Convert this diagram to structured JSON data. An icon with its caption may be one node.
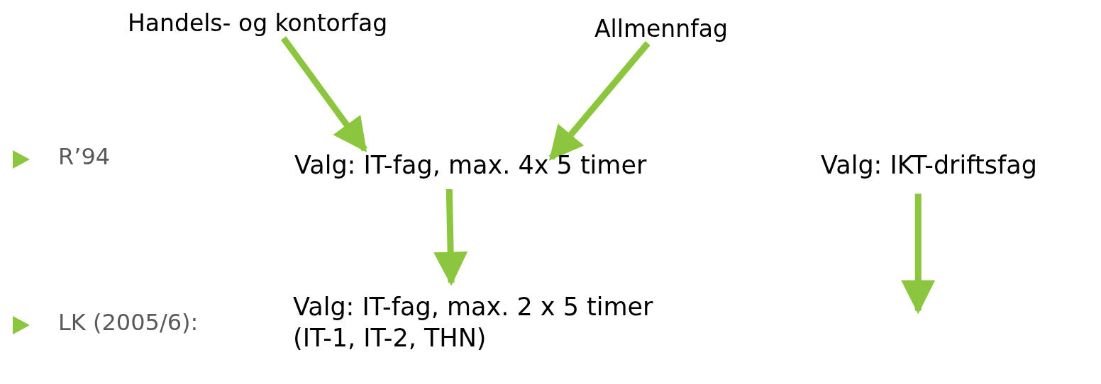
{
  "diagram": {
    "nodes": [
      {
        "text": [
          "Handels- og kontorfag"
        ]
      },
      {
        "text": [
          "Allmennfag"
        ]
      },
      {
        "text": [
          "Valg: IT-fag, max. 4x 5 timer"
        ]
      },
      {
        "text": [
          "Valg: IKT-driftsfag"
        ]
      },
      {
        "text": [
          "Valg: IT-fag, max. 2 x 5 timer",
          "(IT-1, IT-2, THN)"
        ]
      }
    ],
    "edges": [
      {
        "from": 0,
        "to": 2,
        "arrow": "to"
      },
      {
        "from": 1,
        "to": 2,
        "arrow": "to"
      },
      {
        "from": 2,
        "to": 4,
        "arrow": "to"
      },
      {
        "from": 3,
        "to": null,
        "arrow": "to"
      }
    ],
    "labels": [
      "R’94",
      "LK (2005/6):"
    ]
  }
}
